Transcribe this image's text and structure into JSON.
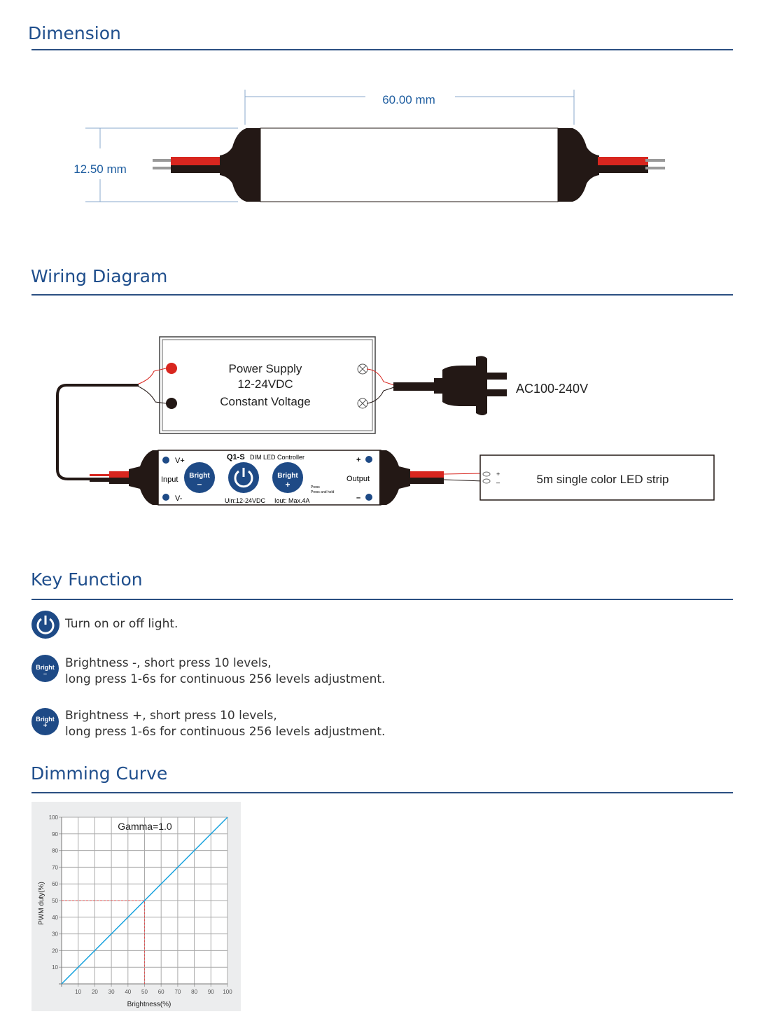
{
  "sections": {
    "dimension": "Dimension",
    "wiring": "Wiring Diagram",
    "key": "Key Function",
    "dimming": "Dimming Curve"
  },
  "dimension": {
    "length": "60.00 mm",
    "height": "12.50 mm"
  },
  "wiring": {
    "psu": [
      "Power Supply",
      "12-24VDC",
      "Constant Voltage"
    ],
    "ac": "AC100-240V",
    "controller": {
      "model": "Q1-S",
      "subtitle": "DIM LED Controller",
      "vplus": "V+",
      "vminus": "V-",
      "input": "Input",
      "output": "Output",
      "plus": "+",
      "minus": "–",
      "bright": "Bright",
      "uin": "Uin:12-24VDC",
      "iout": "Iout: Max.4A",
      "press": "Press",
      "press_hold": "Press and hold"
    },
    "strip": "5m single color LED strip",
    "strip_plus": "+",
    "strip_minus": "–"
  },
  "key_functions": [
    {
      "icon": "power-icon",
      "lines": [
        "Turn on or off light."
      ]
    },
    {
      "icon": "bright-minus-icon",
      "label": "Bright",
      "sign": "–",
      "lines": [
        "Brightness -, short press 10 levels,",
        "long press 1-6s for continuous 256 levels adjustment."
      ]
    },
    {
      "icon": "bright-plus-icon",
      "label": "Bright",
      "sign": "+",
      "lines": [
        "Brightness +, short press 10 levels,",
        "long press 1-6s for continuous 256 levels adjustment."
      ]
    }
  ],
  "chart_data": {
    "type": "line",
    "title": "Gamma=1.0",
    "xlabel": "Brightness(%)",
    "ylabel": "PWM duty(%)",
    "xlim": [
      0,
      100
    ],
    "ylim": [
      0,
      100
    ],
    "grid": true,
    "xticks": [
      10,
      20,
      30,
      40,
      50,
      60,
      70,
      80,
      90,
      100
    ],
    "yticks": [
      10,
      20,
      30,
      40,
      50,
      60,
      70,
      80,
      90,
      100
    ],
    "series": [
      {
        "name": "Gamma 1.0",
        "x": [
          0,
          100
        ],
        "y": [
          0,
          100
        ],
        "color": "#1aa3de"
      }
    ],
    "annotations": [
      {
        "type": "dashed-guide",
        "x": 50,
        "y": 50,
        "color": "#e05050"
      }
    ]
  }
}
